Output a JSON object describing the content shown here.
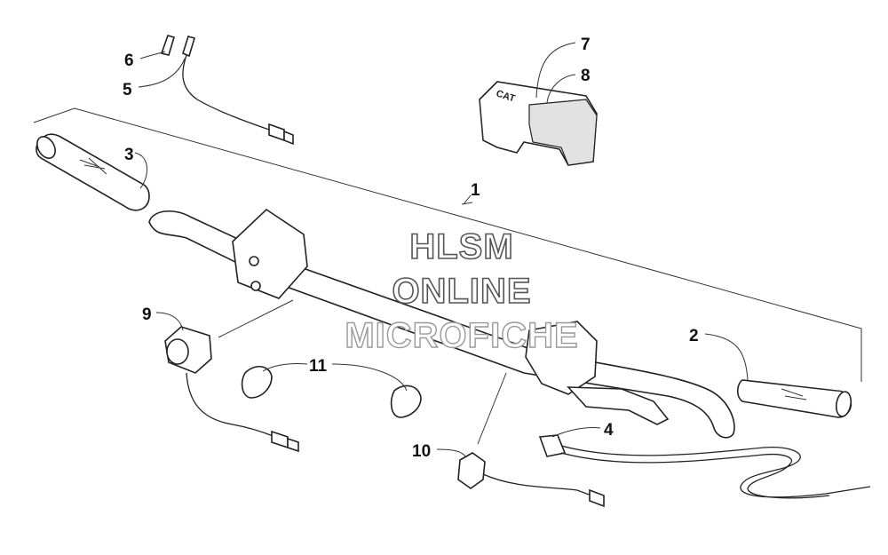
{
  "callouts": {
    "c1": "1",
    "c2": "2",
    "c3": "3",
    "c4": "4",
    "c5": "5",
    "c6": "6",
    "c7": "7",
    "c8": "8",
    "c9": "9",
    "c10": "10",
    "c11": "11"
  },
  "watermark": {
    "line1": "HLSM",
    "line2": "ONLINE",
    "line3": "MICROFICHE"
  },
  "pad_logo": "CAT"
}
